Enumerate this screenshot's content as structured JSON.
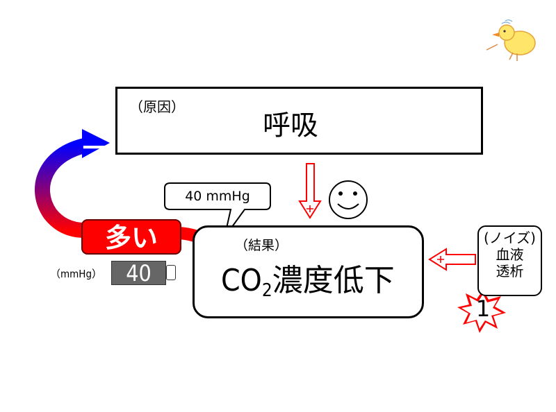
{
  "cause": {
    "note": "（原因）",
    "title": "呼吸"
  },
  "result": {
    "note": "（結果）",
    "title_prefix": "CO",
    "title_sub": "2",
    "title_suffix": "濃度低下"
  },
  "callout": {
    "text": "40 mmHg"
  },
  "noise": {
    "line1": "(ノイズ)",
    "line2": "血液",
    "line3": "透析"
  },
  "feedback": {
    "label": "多い",
    "sign": "－"
  },
  "meter": {
    "unit": "（mmHg）",
    "value": "40"
  },
  "burst": {
    "number": "1"
  },
  "colors": {
    "decrease_arrow": "#0000ff",
    "increase_arrow": "#ff0000",
    "feedback_start": "#0000ff",
    "feedback_end": "#ff0000"
  }
}
